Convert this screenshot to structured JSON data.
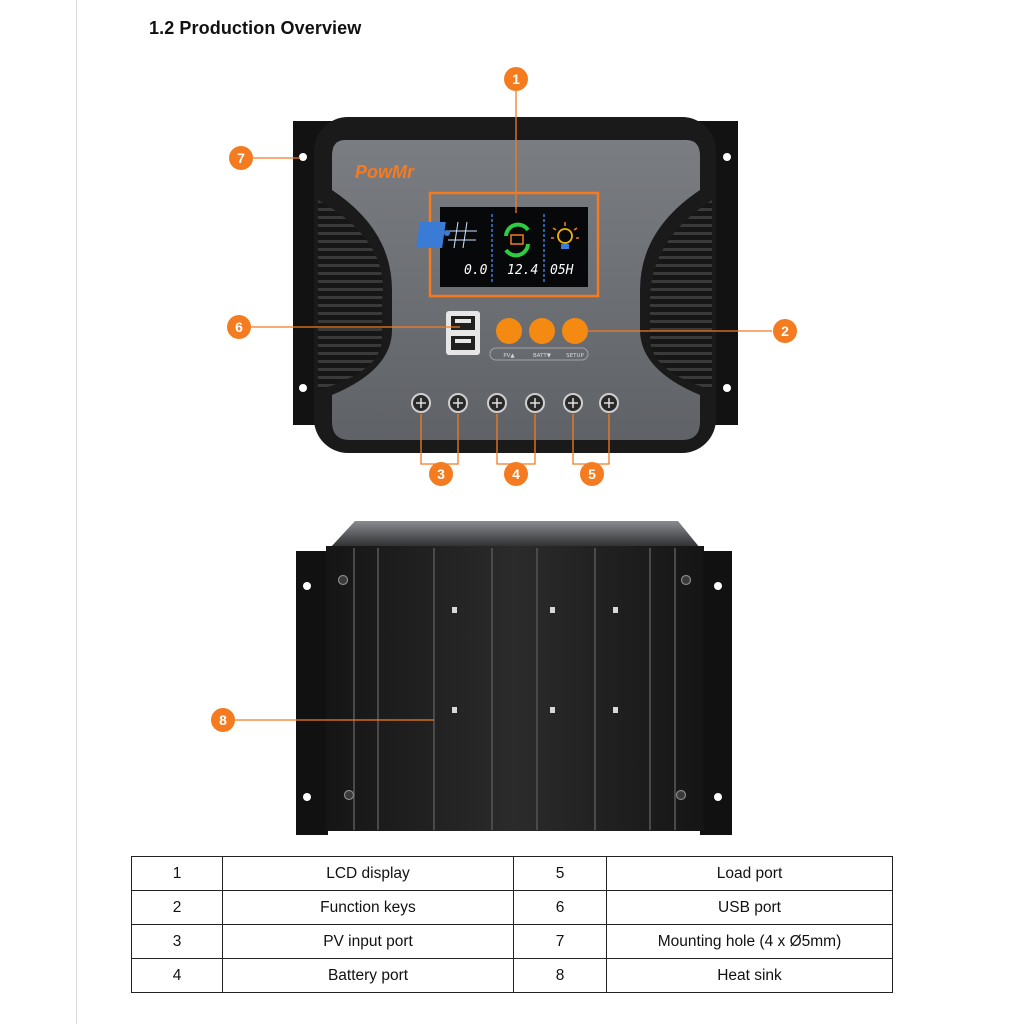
{
  "heading": "1.2 Production Overview",
  "device": {
    "brand": "PowMr",
    "lcd": {
      "pv_value": "0.0",
      "battery_value": "12.4",
      "load_value": "05H"
    },
    "key_labels": [
      "PV▲",
      "BATT▼",
      "SETUP"
    ]
  },
  "callouts": [
    "1",
    "2",
    "3",
    "4",
    "5",
    "6",
    "7",
    "8"
  ],
  "accent_color": "#f47b20",
  "parts_table": [
    {
      "left_num": "1",
      "left_name": "LCD display",
      "right_num": "5",
      "right_name": "Load port"
    },
    {
      "left_num": "2",
      "left_name": "Function keys",
      "right_num": "6",
      "right_name": "USB port"
    },
    {
      "left_num": "3",
      "left_name": "PV input port",
      "right_num": "7",
      "right_name": "Mounting hole (4 x Ø5mm)"
    },
    {
      "left_num": "4",
      "left_name": "Battery port",
      "right_num": "8",
      "right_name": "Heat sink"
    }
  ]
}
